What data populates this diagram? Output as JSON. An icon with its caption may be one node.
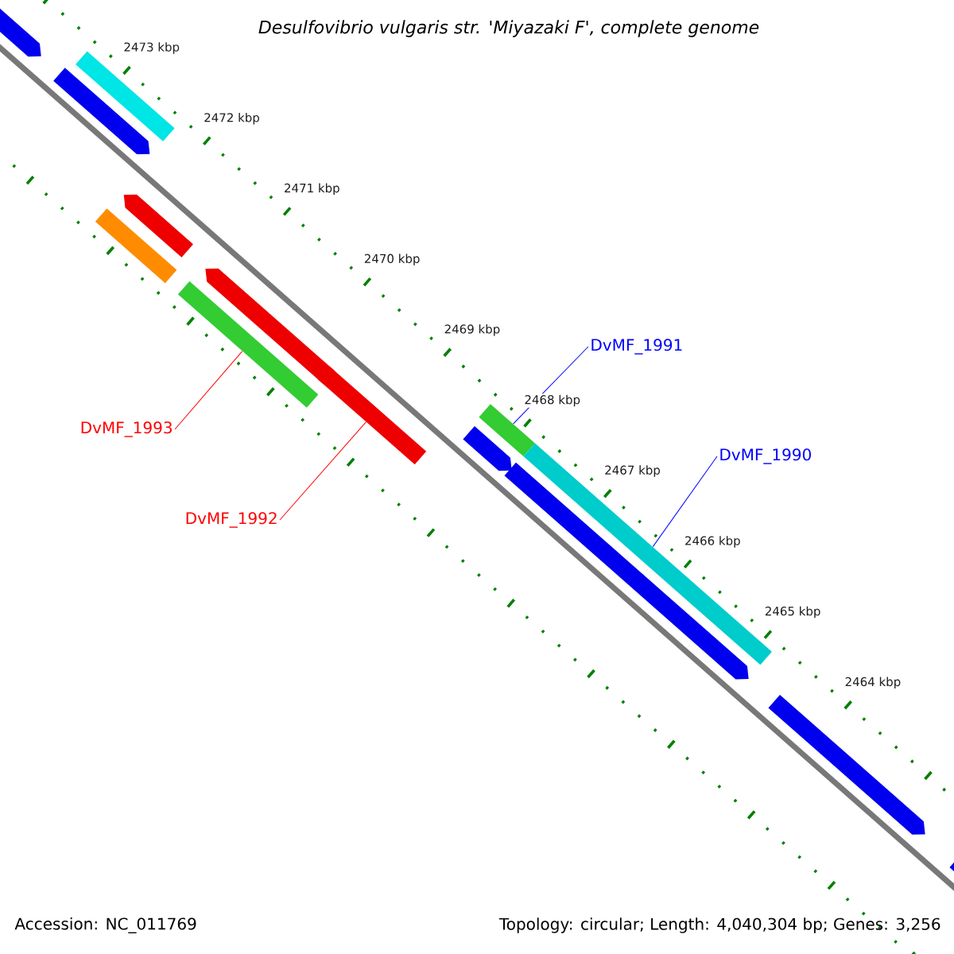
{
  "diagram": {
    "title": "Desulfovibrio vulgaris str. 'Miyazaki F', complete genome",
    "nodes": [
      {
        "text": [
          "DvMF_1993"
        ]
      },
      {
        "text": [
          "DvMF_1992"
        ]
      },
      {
        "text": [
          "DvMF_1991"
        ]
      },
      {
        "text": [
          "DvMF_1990"
        ]
      },
      {
        "text": [],
        "shape": "arrow"
      },
      {
        "text": [],
        "shape": "arrow"
      },
      {
        "text": [],
        "shape": "bar"
      },
      {
        "text": [],
        "shape": "bar"
      },
      {
        "text": [],
        "shape": "arrow"
      },
      {
        "text": [],
        "shape": "bar"
      },
      {
        "text": [],
        "shape": "arrow"
      },
      {
        "text": [],
        "shape": "bar"
      },
      {
        "text": [],
        "shape": "arrow"
      },
      {
        "text": [],
        "shape": "bar"
      },
      {
        "text": [],
        "shape": "arrow"
      },
      {
        "text": [],
        "shape": "bar"
      },
      {
        "text": [],
        "shape": "arrow"
      },
      {
        "text": [],
        "shape": "arrow"
      }
    ],
    "edges": [
      {
        "from": 0,
        "to": 9,
        "arrow": "none",
        "color": "#ff0000"
      },
      {
        "from": 1,
        "to": 11,
        "arrow": "none",
        "color": "#ff0000"
      },
      {
        "from": 2,
        "to": 13,
        "arrow": "none",
        "color": "#0000ff"
      },
      {
        "from": 3,
        "to": 15,
        "arrow": "none",
        "color": "#0000ff"
      }
    ],
    "labels": [
      "2473 kbp",
      "2472 kbp",
      "2471 kbp",
      "2470 kbp",
      "2469 kbp",
      "2468 kbp",
      "2467 kbp",
      "2466 kbp",
      "2465 kbp",
      "2464 kbp",
      "Accession: NC_011769",
      "Topology: circular; Length: 4,040,304 bp; Genes: 3,256"
    ]
  }
}
